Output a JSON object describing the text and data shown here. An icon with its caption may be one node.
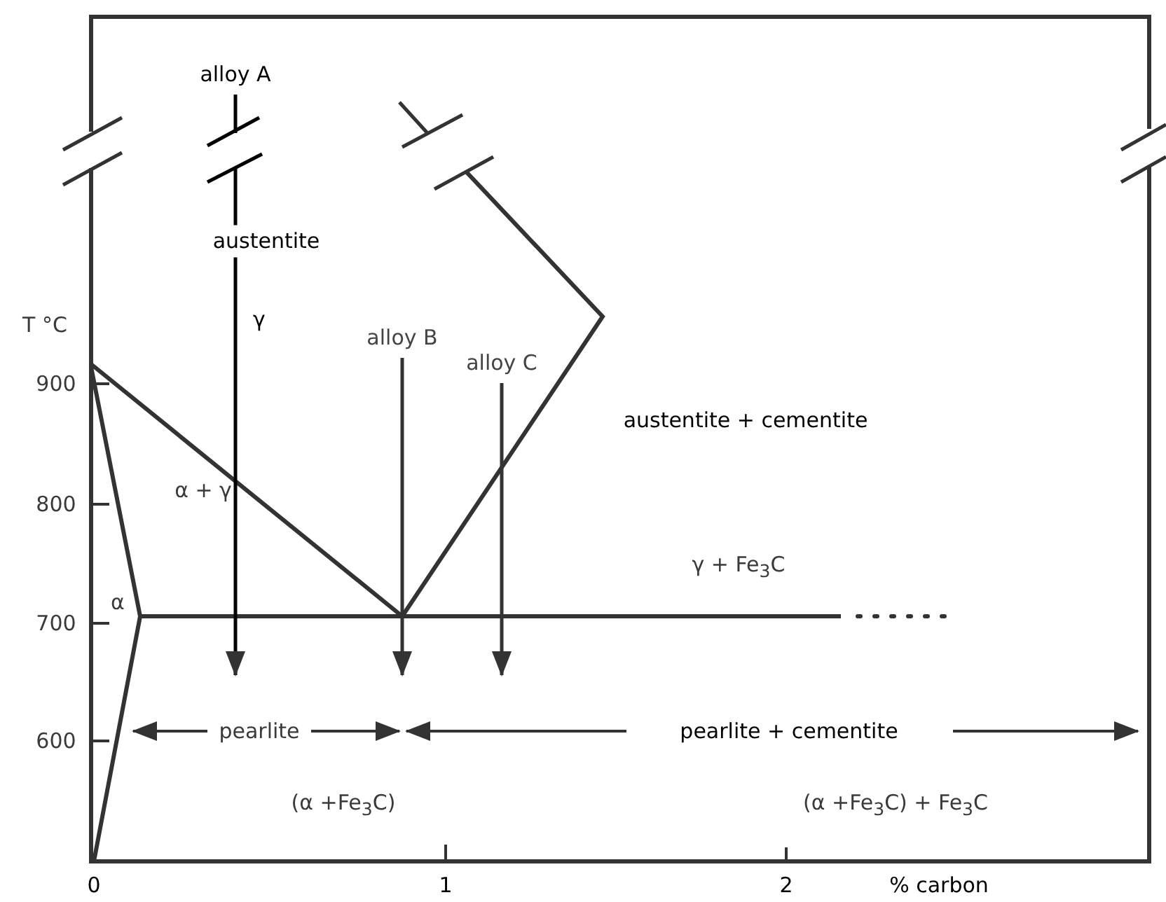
{
  "diagram": {
    "nodes": [
      {
        "text": [
          "alloy A"
        ]
      },
      {
        "text": [
          "alloy B"
        ]
      },
      {
        "text": [
          "alloy C"
        ]
      }
    ],
    "edges": [
      {
        "from": 0,
        "to": null,
        "arrow": "to"
      },
      {
        "from": 1,
        "to": null,
        "arrow": "to"
      },
      {
        "from": 2,
        "to": null,
        "arrow": "to"
      }
    ],
    "labels": [
      "austentite",
      "T °C",
      "γ",
      "900",
      "austentite + cementite",
      "800",
      "α + γ",
      "γ + Fe$_{3}$C",
      "α",
      "700",
      "600",
      "pearlite",
      "pearlite + cementite",
      "(α +Fe$_{3}$C)",
      "(α +Fe$_{3}$C) + Fe$_{3}$C",
      "0",
      "1",
      "2",
      "% carbon"
    ]
  }
}
